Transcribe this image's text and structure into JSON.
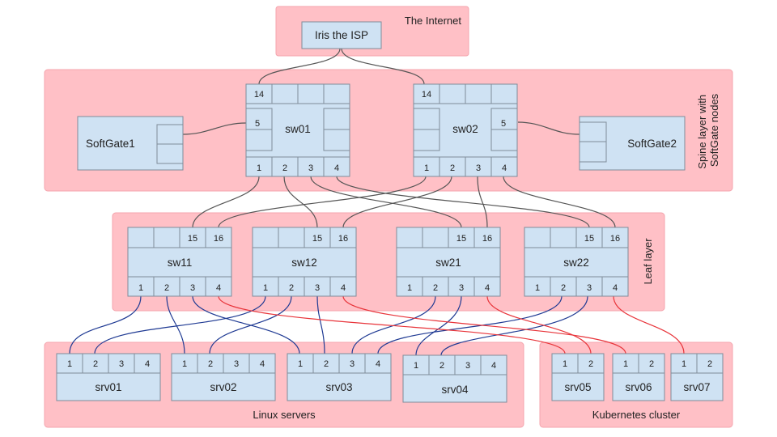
{
  "zones": {
    "internet": "The Internet",
    "spine": [
      "Spine layer with",
      "SoftGate nodes"
    ],
    "leaf": "Leaf layer",
    "linux": "Linux servers",
    "kubernetes": "Kubernetes cluster"
  },
  "isp": {
    "name": "Iris the ISP"
  },
  "spine_switches": [
    {
      "name": "sw01",
      "uplink_port": "14",
      "side_port": "5",
      "ports": [
        "1",
        "2",
        "3",
        "4"
      ]
    },
    {
      "name": "sw02",
      "uplink_port": "14",
      "side_port": "5",
      "ports": [
        "1",
        "2",
        "3",
        "4"
      ]
    }
  ],
  "softgates": [
    {
      "name": "SoftGate1"
    },
    {
      "name": "SoftGate2"
    }
  ],
  "leaf_switches": [
    {
      "name": "sw11",
      "uplink_ports": [
        "15",
        "16"
      ],
      "ports": [
        "1",
        "2",
        "3",
        "4"
      ]
    },
    {
      "name": "sw12",
      "uplink_ports": [
        "15",
        "16"
      ],
      "ports": [
        "1",
        "2",
        "3",
        "4"
      ]
    },
    {
      "name": "sw21",
      "uplink_ports": [
        "15",
        "16"
      ],
      "ports": [
        "1",
        "2",
        "3",
        "4"
      ]
    },
    {
      "name": "sw22",
      "uplink_ports": [
        "15",
        "16"
      ],
      "ports": [
        "1",
        "2",
        "3",
        "4"
      ]
    }
  ],
  "servers": [
    {
      "name": "srv01",
      "ports": [
        "1",
        "2",
        "3",
        "4"
      ]
    },
    {
      "name": "srv02",
      "ports": [
        "1",
        "2",
        "3",
        "4"
      ]
    },
    {
      "name": "srv03",
      "ports": [
        "1",
        "2",
        "3",
        "4"
      ]
    },
    {
      "name": "srv04",
      "ports": [
        "1",
        "2",
        "3",
        "4"
      ]
    },
    {
      "name": "srv05",
      "ports": [
        "1",
        "2"
      ]
    },
    {
      "name": "srv06",
      "ports": [
        "1",
        "2"
      ]
    },
    {
      "name": "srv07",
      "ports": [
        "1",
        "2"
      ]
    }
  ],
  "colors": {
    "zone": "#ffc0c6",
    "box": "#cfe2f3",
    "uplink": "#555555",
    "server_link": "#1f3a93",
    "k8s_link": "#e8343a"
  }
}
